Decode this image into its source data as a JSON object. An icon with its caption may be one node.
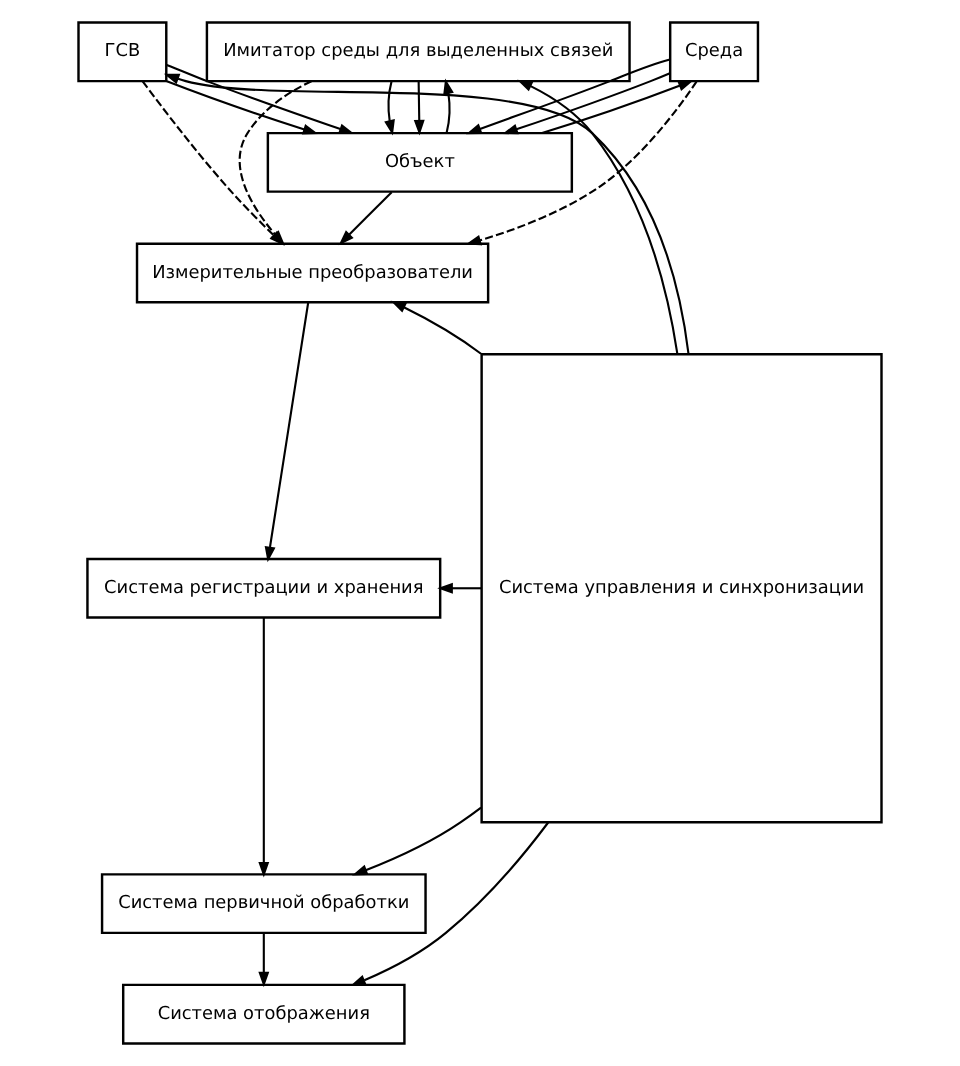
{
  "diagram": {
    "nodes": [
      {
        "text": [
          "Среда"
        ]
      },
      {
        "text": [
          "Имитатор среды для выделенных связей"
        ]
      },
      {
        "text": [
          "ГСВ"
        ]
      },
      {
        "text": [
          "Объект"
        ]
      },
      {
        "text": [
          "Измерительные преобразователи"
        ]
      },
      {
        "text": [
          "Система регистрации и хранения"
        ]
      },
      {
        "text": [
          "Система первичной обработки"
        ]
      },
      {
        "text": [
          "Система отображения"
        ]
      },
      {
        "text": [
          "Система управления и синхронизации"
        ]
      }
    ],
    "edges": [
      {
        "from": 0,
        "to": 3,
        "arrow": "to"
      },
      {
        "from": 0,
        "to": 3,
        "arrow": "to"
      },
      {
        "from": 3,
        "to": 0,
        "arrow": "to"
      },
      {
        "from": 1,
        "to": 3,
        "arrow": "to"
      },
      {
        "from": 1,
        "to": 3,
        "arrow": "to"
      },
      {
        "from": 3,
        "to": 1,
        "arrow": "to"
      },
      {
        "from": 2,
        "to": 3,
        "arrow": "to"
      },
      {
        "from": 2,
        "to": 3,
        "arrow": "to"
      },
      {
        "from": 0,
        "to": 4,
        "arrow": "to",
        "style": "dashed"
      },
      {
        "from": 1,
        "to": 4,
        "arrow": "to",
        "style": "dashed"
      },
      {
        "from": 3,
        "to": 4,
        "arrow": "to"
      },
      {
        "from": 2,
        "to": 4,
        "arrow": "to",
        "style": "dashed"
      },
      {
        "from": 4,
        "to": 5,
        "arrow": "to"
      },
      {
        "from": 5,
        "to": 6,
        "arrow": "to"
      },
      {
        "from": 6,
        "to": 7,
        "arrow": "to"
      },
      {
        "from": 8,
        "to": 1,
        "arrow": "to"
      },
      {
        "from": 8,
        "to": 2,
        "arrow": "to"
      },
      {
        "from": 8,
        "to": 4,
        "arrow": "to"
      },
      {
        "from": 8,
        "to": 5,
        "arrow": "to"
      },
      {
        "from": 8,
        "to": 6,
        "arrow": "to"
      },
      {
        "from": 8,
        "to": 7,
        "arrow": "to"
      }
    ]
  }
}
